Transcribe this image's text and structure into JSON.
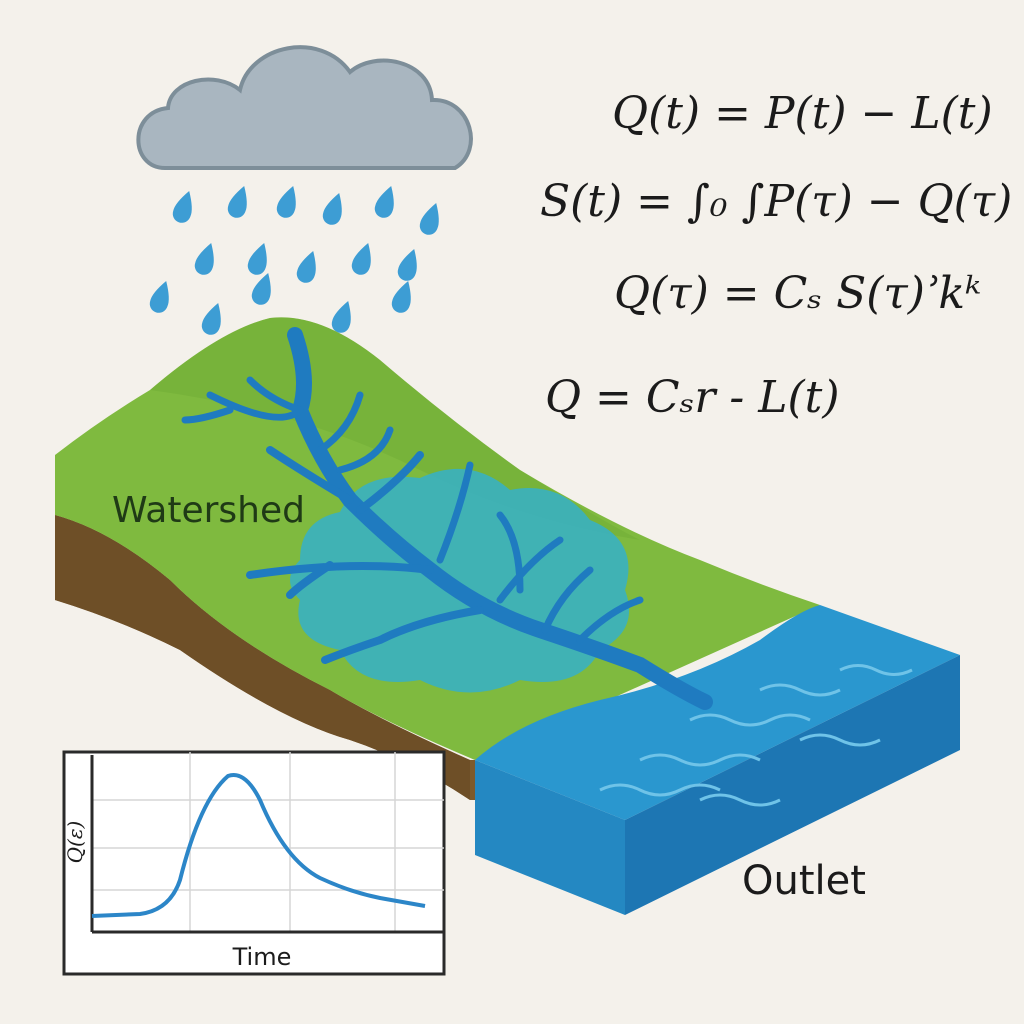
{
  "labels": {
    "watershed": "Watershed",
    "outlet": "Outlet"
  },
  "equations": [
    "Q(t) = P(t) − L(t)",
    "S(t) = ∫₀ ∫P(τ) − Q(τ)",
    "Q(τ) = Cₛ S(τ)ʾkᵏ",
    "Q =  Cₛr - L(t)"
  ],
  "hydrograph": {
    "xlabel": "Time",
    "ylabel": "Q(ε)"
  },
  "colors": {
    "background": "#f4f1eb",
    "cloud": "#a9b6c0",
    "rain": "#3d9dd4",
    "grass": "#7fba3f",
    "soil": "#7d5a2c",
    "water": "#2a97cf",
    "river": "#1f7bc0",
    "curve": "#2c86c8"
  }
}
